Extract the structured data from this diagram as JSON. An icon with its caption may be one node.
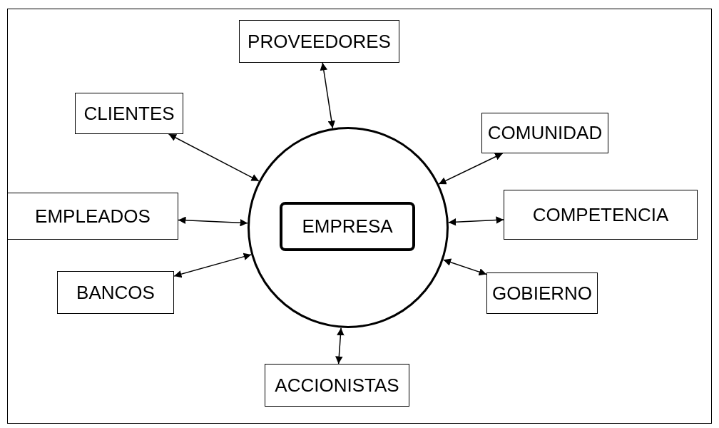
{
  "diagram": {
    "nodes": [
      {
        "text": [
          "PROVEEDORES"
        ]
      },
      {
        "text": [
          "CLIENTES"
        ]
      },
      {
        "text": [
          "COMUNIDAD"
        ]
      },
      {
        "text": [
          "EMPLEADOS"
        ]
      },
      {
        "text": [],
        "shape": "circle"
      },
      {
        "text": [
          "EMPRESA"
        ],
        "in": 4
      },
      {
        "text": [
          "COMPETENCIA"
        ]
      },
      {
        "text": [
          "BANCOS"
        ]
      },
      {
        "text": [
          "GOBIERNO"
        ]
      },
      {
        "text": [
          "ACCIONISTAS"
        ]
      }
    ],
    "edges": [
      {
        "from": 4,
        "to": 0,
        "arrow": "both"
      },
      {
        "from": 4,
        "to": 1,
        "arrow": "both"
      },
      {
        "from": 4,
        "to": 2,
        "arrow": "both"
      },
      {
        "from": 4,
        "to": 3,
        "arrow": "both"
      },
      {
        "from": 4,
        "to": 6,
        "arrow": "both"
      },
      {
        "from": 4,
        "to": 7,
        "arrow": "both"
      },
      {
        "from": 4,
        "to": 8,
        "arrow": "both"
      },
      {
        "from": 4,
        "to": 9,
        "arrow": "both"
      }
    ]
  }
}
